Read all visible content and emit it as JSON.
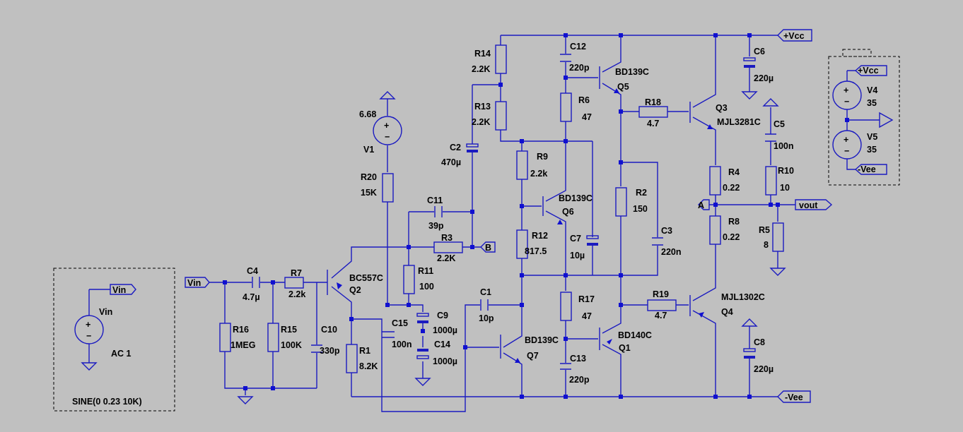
{
  "components": {
    "R1": {
      "ref": "R1",
      "value": "8.2K"
    },
    "R2": {
      "ref": "R2",
      "value": "150"
    },
    "R3": {
      "ref": "R3",
      "value": "2.2K"
    },
    "R4": {
      "ref": "R4",
      "value": "0.22"
    },
    "R5": {
      "ref": "R5",
      "value": "8"
    },
    "R6": {
      "ref": "R6",
      "value": "47"
    },
    "R7": {
      "ref": "R7",
      "value": "2.2k"
    },
    "R8": {
      "ref": "R8",
      "value": "0.22"
    },
    "R9": {
      "ref": "R9",
      "value": "2.2k"
    },
    "R10": {
      "ref": "R10",
      "value": "10"
    },
    "R11": {
      "ref": "R11",
      "value": "100"
    },
    "R12": {
      "ref": "R12",
      "value": "817.5"
    },
    "R13": {
      "ref": "R13",
      "value": "2.2K"
    },
    "R14": {
      "ref": "R14",
      "value": "2.2K"
    },
    "R15": {
      "ref": "R15",
      "value": "100K"
    },
    "R16": {
      "ref": "R16",
      "value": "1MEG"
    },
    "R17": {
      "ref": "R17",
      "value": "47"
    },
    "R18": {
      "ref": "R18",
      "value": "4.7"
    },
    "R19": {
      "ref": "R19",
      "value": "4.7"
    },
    "R20": {
      "ref": "R20",
      "value": "15K"
    },
    "C1": {
      "ref": "C1",
      "value": "10p"
    },
    "C2": {
      "ref": "C2",
      "value": "470µ"
    },
    "C3": {
      "ref": "C3",
      "value": "220n"
    },
    "C4": {
      "ref": "C4",
      "value": "4.7µ"
    },
    "C5": {
      "ref": "C5",
      "value": "100n"
    },
    "C6": {
      "ref": "C6",
      "value": "220µ"
    },
    "C7": {
      "ref": "C7",
      "value": "10µ"
    },
    "C8": {
      "ref": "C8",
      "value": "220µ"
    },
    "C9": {
      "ref": "C9",
      "value": "1000µ"
    },
    "C10": {
      "ref": "C10",
      "value": "330p"
    },
    "C11": {
      "ref": "C11",
      "value": "39p"
    },
    "C12": {
      "ref": "C12",
      "value": "220p"
    },
    "C13": {
      "ref": "C13",
      "value": "220p"
    },
    "C14": {
      "ref": "C14",
      "value": "1000µ"
    },
    "C15": {
      "ref": "C15",
      "value": "100n"
    },
    "Q1": {
      "ref": "Q1",
      "model": "BD140C"
    },
    "Q2": {
      "ref": "Q2",
      "model": "BC557C"
    },
    "Q3": {
      "ref": "Q3",
      "model": "MJL3281C"
    },
    "Q4": {
      "ref": "Q4",
      "model": "MJL1302C"
    },
    "Q5": {
      "ref": "Q5",
      "model": "BD139C"
    },
    "Q6": {
      "ref": "Q6",
      "model": "BD139C"
    },
    "Q7": {
      "ref": "Q7",
      "model": "BD139C"
    },
    "V1": {
      "ref": "V1",
      "value": "6.68"
    },
    "V4": {
      "ref": "V4",
      "value": "35"
    },
    "V5": {
      "ref": "V5",
      "value": "35"
    },
    "Vin": {
      "ref": "Vin",
      "value": "AC 1",
      "directive": "SINE(0 0.23 10K)"
    }
  },
  "nets": {
    "vcc": "+Vcc",
    "vee": "-Vee",
    "vin": "Vin",
    "vout": "vout",
    "a": "A",
    "b": "B"
  }
}
